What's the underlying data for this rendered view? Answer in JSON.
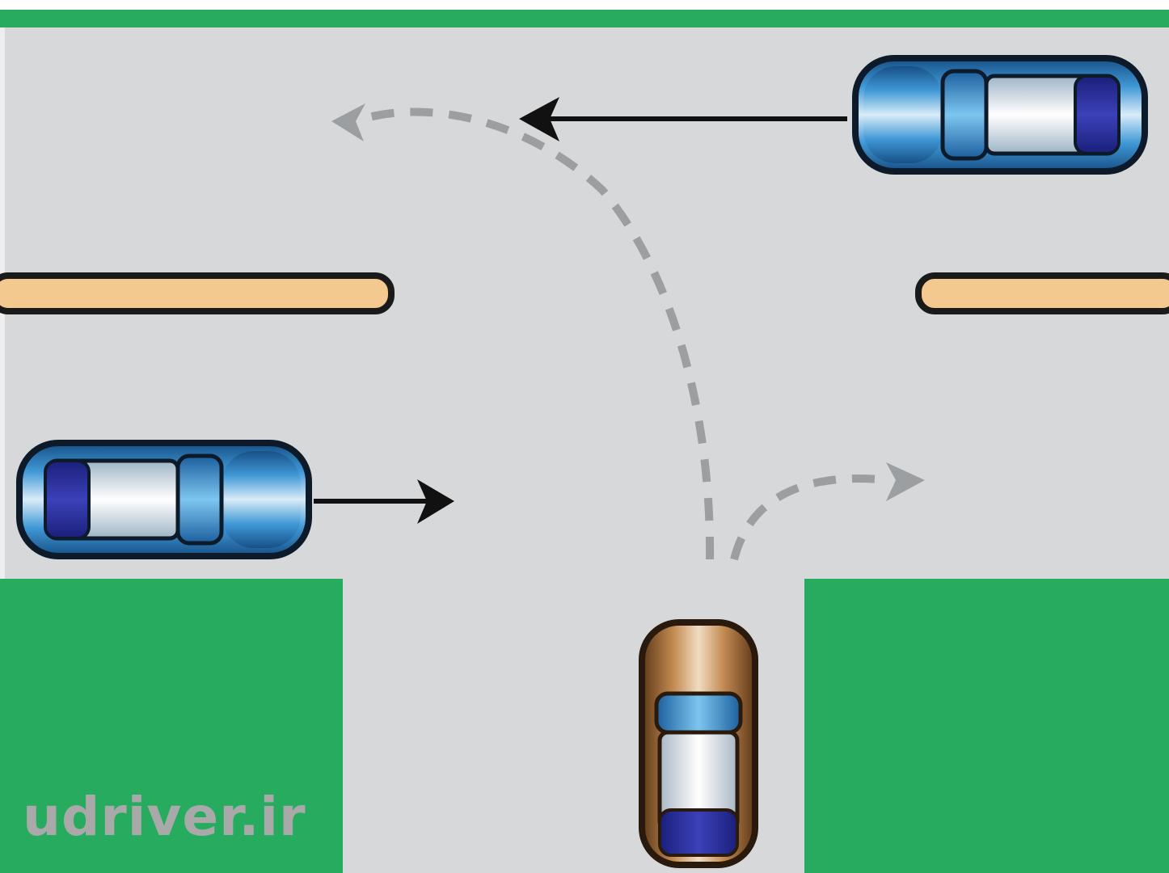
{
  "diagram": {
    "type": "t-intersection",
    "colors": {
      "road": "#d7d8d9",
      "grass": "#27ac5f",
      "lane_marking": "#f3c98f",
      "car_blue": "#2f86c9",
      "car_brown": "#a8703f",
      "arrow_solid": "#111111",
      "arrow_dashed": "#9c9fa1"
    },
    "vehicles": [
      {
        "id": "blue-car-top",
        "color": "blue",
        "heading": "west"
      },
      {
        "id": "blue-car-left",
        "color": "blue",
        "heading": "east"
      },
      {
        "id": "brown-car-bottom",
        "color": "brown",
        "heading": "north"
      }
    ],
    "paths": [
      {
        "vehicle": "blue-car-top",
        "style": "solid",
        "direction": "straight-west"
      },
      {
        "vehicle": "blue-car-left",
        "style": "solid",
        "direction": "straight-east"
      },
      {
        "vehicle": "brown-car-bottom",
        "style": "dashed",
        "direction": "turn-left"
      },
      {
        "vehicle": "brown-car-bottom",
        "style": "dashed",
        "direction": "turn-right"
      }
    ]
  },
  "watermark": {
    "text": "udriver.ir"
  }
}
